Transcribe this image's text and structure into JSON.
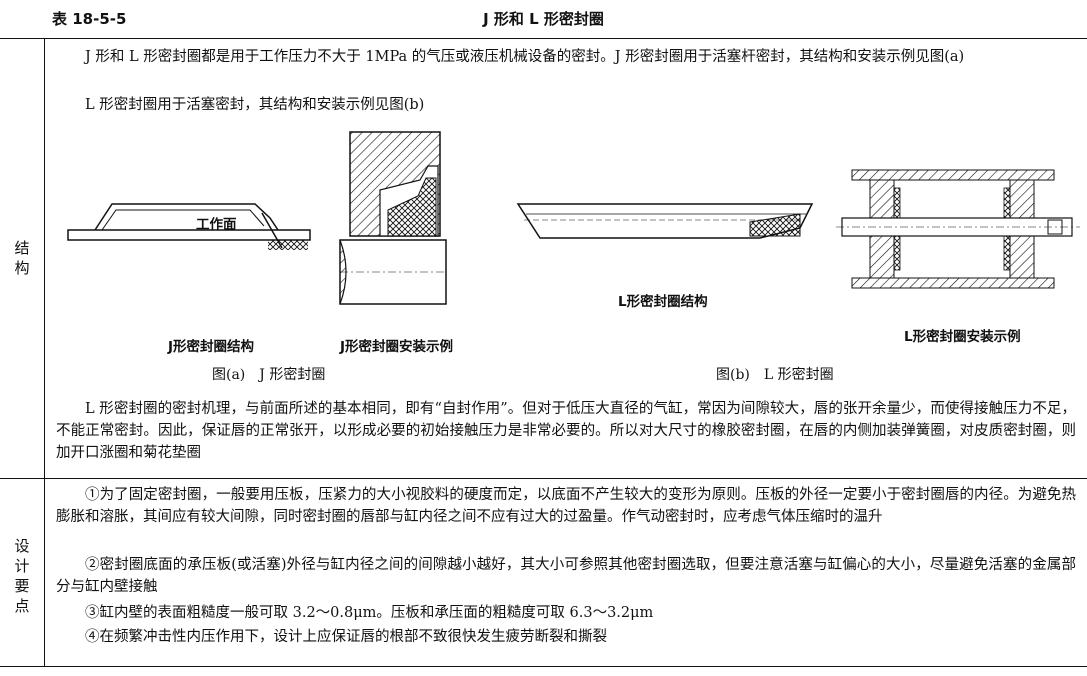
{
  "header": {
    "table_number": "表 18-5-5",
    "title": "J 形和 L 形密封圈"
  },
  "structure": {
    "label": "结构",
    "para1": "J 形和 L 形密封圈都是用于工作压力不大于 1MPa 的气压或液压机械设备的密封。J 形密封圈用于活塞杆密封，其结构和安装示例见图(a)",
    "para2": "L 形密封圈用于活塞密封，其结构和安装示例见图(b)",
    "figures": {
      "work_face_label": "工作面",
      "j_structure_caption": "J形密封圈结构",
      "j_install_caption": "J形密封圈安装示例",
      "l_structure_caption": "L形密封圈结构",
      "l_install_caption": "L形密封圈安装示例",
      "fig_a_caption": "图(a)　J 形密封圈",
      "fig_b_caption": "图(b)　L 形密封圈"
    },
    "para3": "L 形密封圈的密封机理，与前面所述的基本相同，即有“自封作用”。但对于低压大直径的气缸，常因为间隙较大，唇的张开余量少，而使得接触压力不足，不能正常密封。因此，保证唇的正常张开，以形成必要的初始接触压力是非常必要的。所以对大尺寸的橡胶密封圈，在唇的内侧加装弹簧圈，对皮质密封圈，则加开口涨圈和菊花垫圈"
  },
  "design": {
    "label": "设计要点",
    "items": [
      "①为了固定密封圈，一般要用压板，压紧力的大小视胶料的硬度而定，以底面不产生较大的变形为原则。压板的外径一定要小于密封圈唇的内径。为避免热膨胀和溶胀，其间应有较大间隙，同时密封圈的唇部与缸内径之间不应有过大的过盈量。作气动密封时，应考虑气体压缩时的温升",
      "②密封圈底面的承压板(或活塞)外径与缸内径之间的间隙越小越好，其大小可参照其他密封圈选取，但要注意活塞与缸偏心的大小，尽量避免活塞的金属部分与缸内壁接触",
      "③缸内壁的表面粗糙度一般可取 3.2～0.8μm。压板和承压面的粗糙度可取 6.3～3.2μm",
      "④在频繁冲击性内压作用下，设计上应保证唇的根部不致很快发生疲劳断裂和撕裂"
    ]
  }
}
